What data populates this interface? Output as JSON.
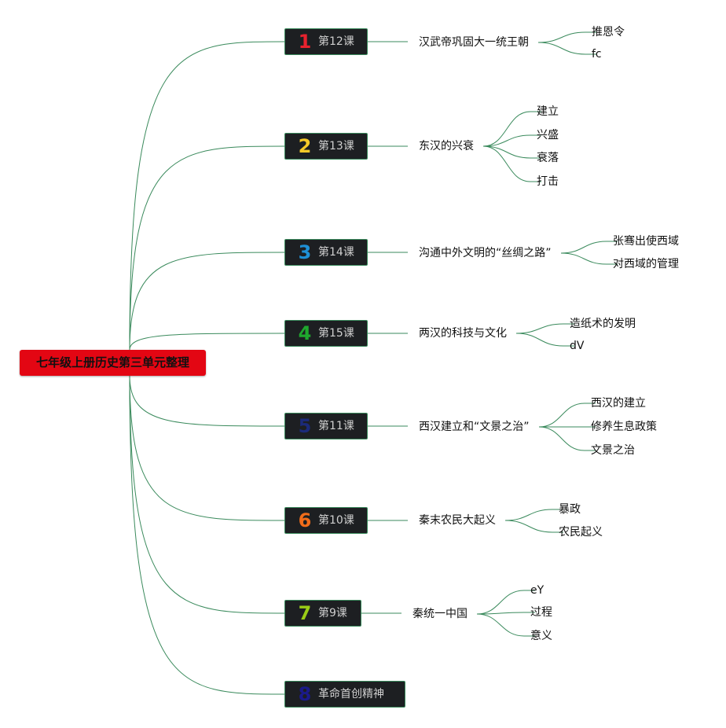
{
  "root": {
    "title": "七年级上册历史第三单元整理"
  },
  "lessons": [
    {
      "number": "1",
      "color": "#e8222e",
      "label": "第12课",
      "topic": "汉武帝巩固大一统王朝",
      "children": [
        "推恩令",
        "fc"
      ]
    },
    {
      "number": "2",
      "color": "#f6c928",
      "label": "第13课",
      "topic": "东汉的兴衰",
      "children": [
        "建立",
        "兴盛",
        "衰落",
        "打击"
      ]
    },
    {
      "number": "3",
      "color": "#1e90d6",
      "label": "第14课",
      "topic": "沟通中外文明的“丝绸之路”",
      "children": [
        "张骞出使西域",
        "对西域的管理"
      ]
    },
    {
      "number": "4",
      "color": "#1fa82e",
      "label": "第15课",
      "topic": "两汉的科技与文化",
      "children": [
        "造纸术的发明",
        "dV"
      ]
    },
    {
      "number": "5",
      "color": "#1b2a7a",
      "label": "第11课",
      "topic": "西汉建立和“文景之治”",
      "children": [
        "西汉的建立",
        "修养生息政策",
        "文景之治"
      ]
    },
    {
      "number": "6",
      "color": "#f26d1a",
      "label": "第10课",
      "topic": "秦末农民大起义",
      "children": [
        "暴政",
        "农民起义"
      ]
    },
    {
      "number": "7",
      "color": "#9acd16",
      "label": "第9课",
      "topic": "秦统一中国",
      "children": [
        "eY",
        "过程",
        "意义"
      ]
    },
    {
      "number": "8",
      "color": "#1b1a8a",
      "label": "革命首创精神",
      "topic": "",
      "children": []
    }
  ],
  "colors": {
    "line": "#3a8a5c",
    "root": "#e30613",
    "lessonBg": "#1d1f22"
  }
}
